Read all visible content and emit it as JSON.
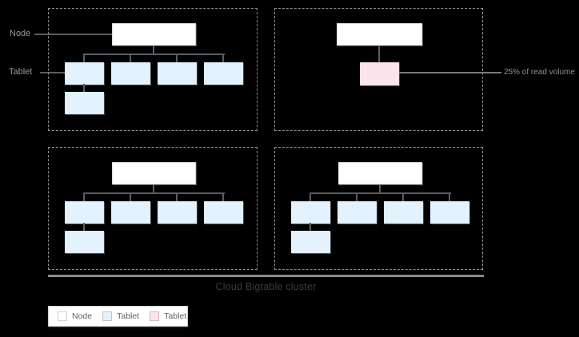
{
  "diagram": {
    "pointer_labels": {
      "node": "Node",
      "tablet": "Tablet",
      "read_volume": "25% of read volume"
    },
    "cluster_title": "Cloud Bigtable cluster",
    "legend": [
      {
        "label": "Node",
        "color": "#ffffff"
      },
      {
        "label": "Tablet",
        "color": "#e3f2fd"
      },
      {
        "label": "Tablet",
        "color": "#fce4ec"
      }
    ],
    "structure": {
      "node_groups": [
        {
          "name": "node-group-1",
          "blue_tablets": 5,
          "pink_tablets": 0
        },
        {
          "name": "node-group-2",
          "blue_tablets": 0,
          "pink_tablets": 1
        },
        {
          "name": "node-group-3",
          "blue_tablets": 5,
          "pink_tablets": 0
        },
        {
          "name": "node-group-4",
          "blue_tablets": 5,
          "pink_tablets": 0
        }
      ],
      "pink_tablet_note": "25% of read volume"
    },
    "colors": {
      "background": "#000000",
      "node_fill": "#ffffff",
      "tablet_fill": "#e3f2fd",
      "hot_tablet_fill": "#fce4ec",
      "connector_line": "#5a5d61",
      "dashed_border": "#8f8f8f",
      "pointer_label_text": "#9a9a9a",
      "cluster_title_text": "#3c3c3c"
    }
  }
}
